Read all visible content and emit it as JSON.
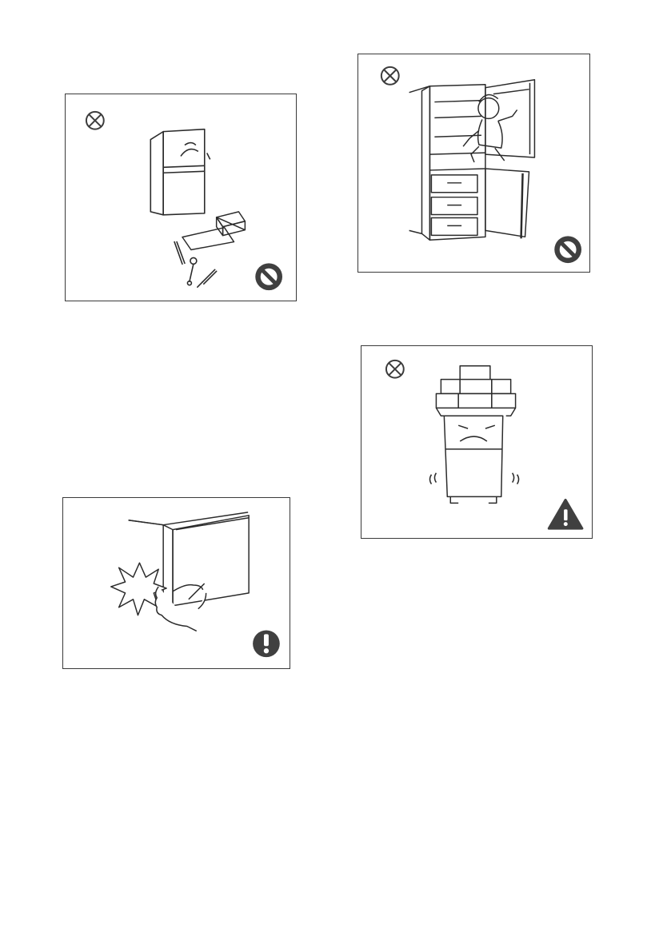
{
  "page": {
    "background": "#ffffff"
  },
  "colors": {
    "line": "#2b2b2b",
    "symbol": "#3c3c3c",
    "symbol_fill": "#404040"
  },
  "panels": [
    {
      "id": "no-disassemble",
      "icons": [
        "prohibited-circle-x-icon",
        "prohibition-sign-icon"
      ],
      "illustration": "refrigerator-disassembly-with-tools"
    },
    {
      "id": "no-climb",
      "icons": [
        "prohibited-circle-x-icon",
        "prohibition-sign-icon"
      ],
      "illustration": "child-climbing-open-refrigerator"
    },
    {
      "id": "door-pinch",
      "icons": [
        "mandatory-exclamation-icon"
      ],
      "illustration": "hand-caught-in-door"
    },
    {
      "id": "no-overload",
      "icons": [
        "prohibited-circle-x-icon",
        "warning-triangle-icon"
      ],
      "illustration": "refrigerator-overloaded-with-boxes"
    }
  ]
}
